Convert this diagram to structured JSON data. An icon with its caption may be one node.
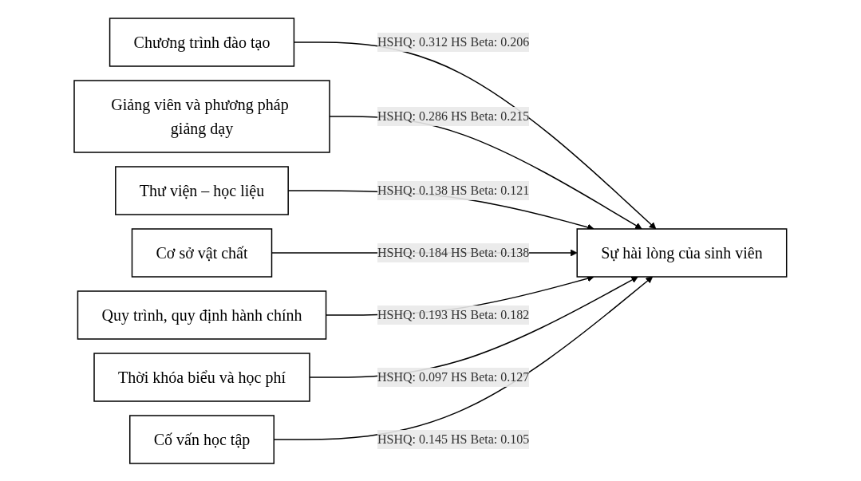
{
  "diagram": {
    "nodes": [
      {
        "text": [
          "Chương trình đào tạo"
        ]
      },
      {
        "text": [
          "Giảng viên và phương pháp giảng dạy"
        ]
      },
      {
        "text": [
          "Thư viện – học liệu"
        ]
      },
      {
        "text": [
          "Cơ sở vật chất"
        ]
      },
      {
        "text": [
          "Quy trình, quy định hành chính"
        ]
      },
      {
        "text": [
          "Thời khóa biểu và học phí"
        ]
      },
      {
        "text": [
          "Cố vấn học tập"
        ]
      },
      {
        "text": [
          "Sự hài lòng của sinh viên"
        ]
      }
    ],
    "edges": [
      {
        "from": 0,
        "to": 7,
        "arrow": "to",
        "label": "HSHQ: 0.312 HS Beta: 0.206"
      },
      {
        "from": 1,
        "to": 7,
        "arrow": "to",
        "label": "HSHQ: 0.286 HS Beta: 0.215"
      },
      {
        "from": 2,
        "to": 7,
        "arrow": "to",
        "label": "HSHQ: 0.138 HS Beta: 0.121"
      },
      {
        "from": 3,
        "to": 7,
        "arrow": "to",
        "label": "HSHQ: 0.184 HS Beta: 0.138"
      },
      {
        "from": 4,
        "to": 7,
        "arrow": "to",
        "label": "HSHQ: 0.193 HS Beta: 0.182"
      },
      {
        "from": 5,
        "to": 7,
        "arrow": "to",
        "label": "HSHQ: 0.097 HS Beta: 0.127"
      },
      {
        "from": 6,
        "to": 7,
        "arrow": "to",
        "label": "HSHQ: 0.145 HS Beta: 0.105"
      }
    ]
  }
}
